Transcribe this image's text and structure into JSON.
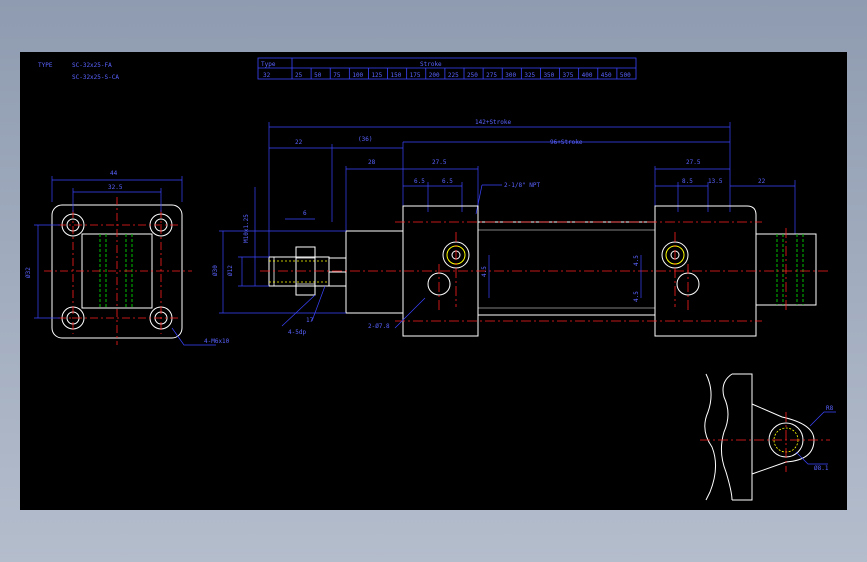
{
  "header": {
    "type_label": "TYPE",
    "model_1": "SC-32x25-FA",
    "model_2": "SC-32x25-S-CA"
  },
  "stroke_table": {
    "col1_header": "Type",
    "col2_header": "Stroke",
    "type_value": "32",
    "values": [
      "25",
      "50",
      "75",
      "100",
      "125",
      "150",
      "175",
      "200",
      "225",
      "250",
      "275",
      "300",
      "325",
      "350",
      "375",
      "400",
      "450",
      "500"
    ]
  },
  "dimensions": {
    "overall": "142+Stroke",
    "d_a": "22",
    "d_b": "(36)",
    "d_c": "28",
    "d_d": "27.5",
    "d_e": "96+Stroke",
    "d_f": "27.5",
    "d_g": "6.5",
    "d_h": "6.5",
    "d_i": "8.5",
    "d_j": "13.5",
    "d_k": "22",
    "port": "2-1/8\" NPT",
    "side_top": "44",
    "side_inner": "32.5",
    "side_height": "Ø32",
    "thread_label": "M10x1.25",
    "wrench": "6",
    "rod_dia": "Ø12",
    "flange_dia": "Ø30",
    "nut_w": "4-5dp",
    "hex": "17",
    "base_port": "2-Ø7.8",
    "base_h1": "4.5",
    "base_h2": "4.5",
    "mount_hole": "4-M6x10",
    "detail_r": "R8",
    "detail_d": "Ø8.1"
  },
  "colors": {
    "background": "#000000",
    "lines": "#ffffff",
    "dimension": "#3b44ff",
    "center": "#ff2020",
    "hidden": "#00c000",
    "thread": "#ffff00",
    "bolt": "#00ffff"
  }
}
